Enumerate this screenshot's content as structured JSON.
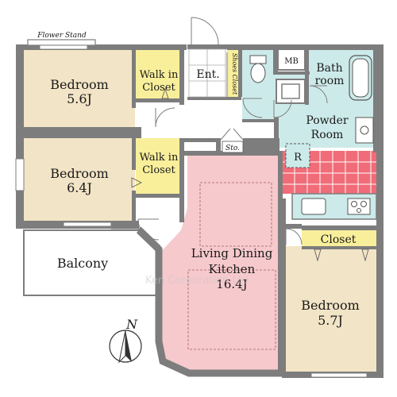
{
  "plan": {
    "flower_stand": "Flower Stand",
    "bedroom1": {
      "name": "Bedroom",
      "size": "5.6J"
    },
    "bedroom2": {
      "name": "Bedroom",
      "size": "6.4J"
    },
    "bedroom3": {
      "name": "Bedroom",
      "size": "5.7J"
    },
    "walk_in_closet_1": {
      "line1": "Walk in",
      "line2": "Closet"
    },
    "walk_in_closet_2": {
      "line1": "Walk in",
      "line2": "Closet"
    },
    "entrance": "Ent.",
    "shoes_closet": "Shoes Closet",
    "mb": "MB",
    "bathroom": {
      "line1": "Bath",
      "line2": "room"
    },
    "powder_room": {
      "line1": "Powder",
      "line2": "Room"
    },
    "storage": "Sto.",
    "refrigerator": "R",
    "closet": "Closet",
    "balcony": "Balcony",
    "ldk": {
      "line1": "Living Dining",
      "line2": "Kitchen",
      "size": "16.4J"
    },
    "north": "N",
    "watermark": "Ken Corporation Ltd."
  },
  "colors": {
    "bedroom": "#f2e4c6",
    "closet": "#f9ef9b",
    "wet_area": "#cdeaea",
    "ldk": "#f6c9cc",
    "kitchen_tile": "#f06c78",
    "wall": "#7d7d7d",
    "balcony": "#ffffff"
  }
}
